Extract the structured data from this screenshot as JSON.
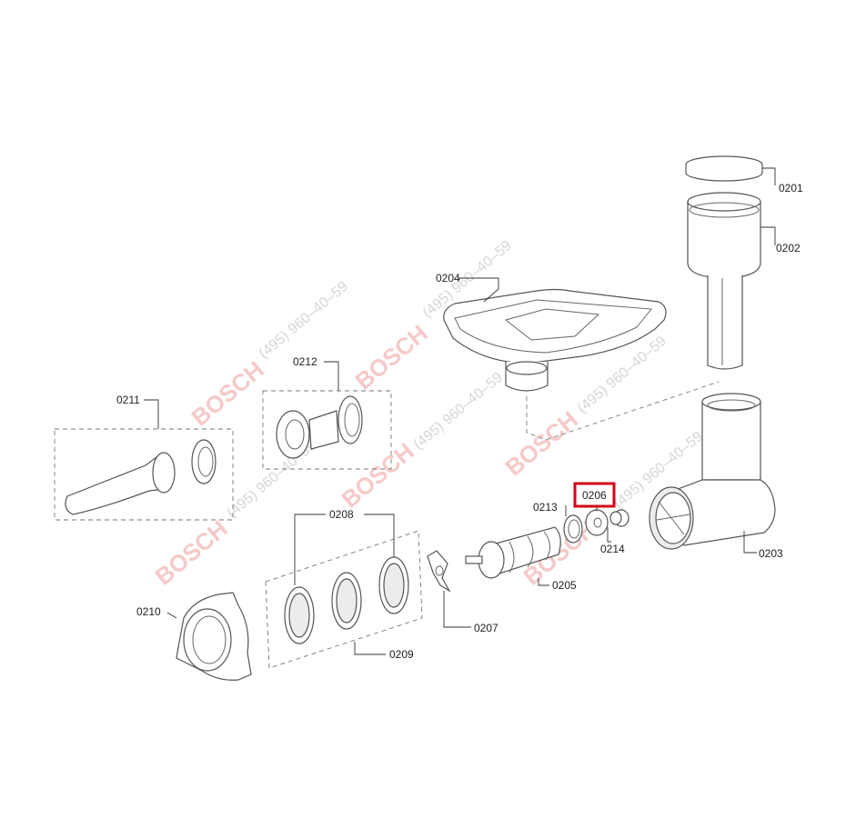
{
  "parts": {
    "p0201": "0201",
    "p0202": "0202",
    "p0203": "0203",
    "p0204": "0204",
    "p0205": "0205",
    "p0206": "0206",
    "p0207": "0207",
    "p0208": "0208",
    "p0209": "0209",
    "p0210": "0210",
    "p0211": "0211",
    "p0212": "0212",
    "p0213": "0213",
    "p0214": "0214"
  },
  "highlighted_part": "0206",
  "highlight_color": "#d0021b",
  "watermark": {
    "brand": "BOSCH",
    "phone": "(495) 960–40–59"
  },
  "icons": {
    "grill-plate": "grill-plate-icon",
    "cutter-blade": "cutter-blade-icon"
  }
}
